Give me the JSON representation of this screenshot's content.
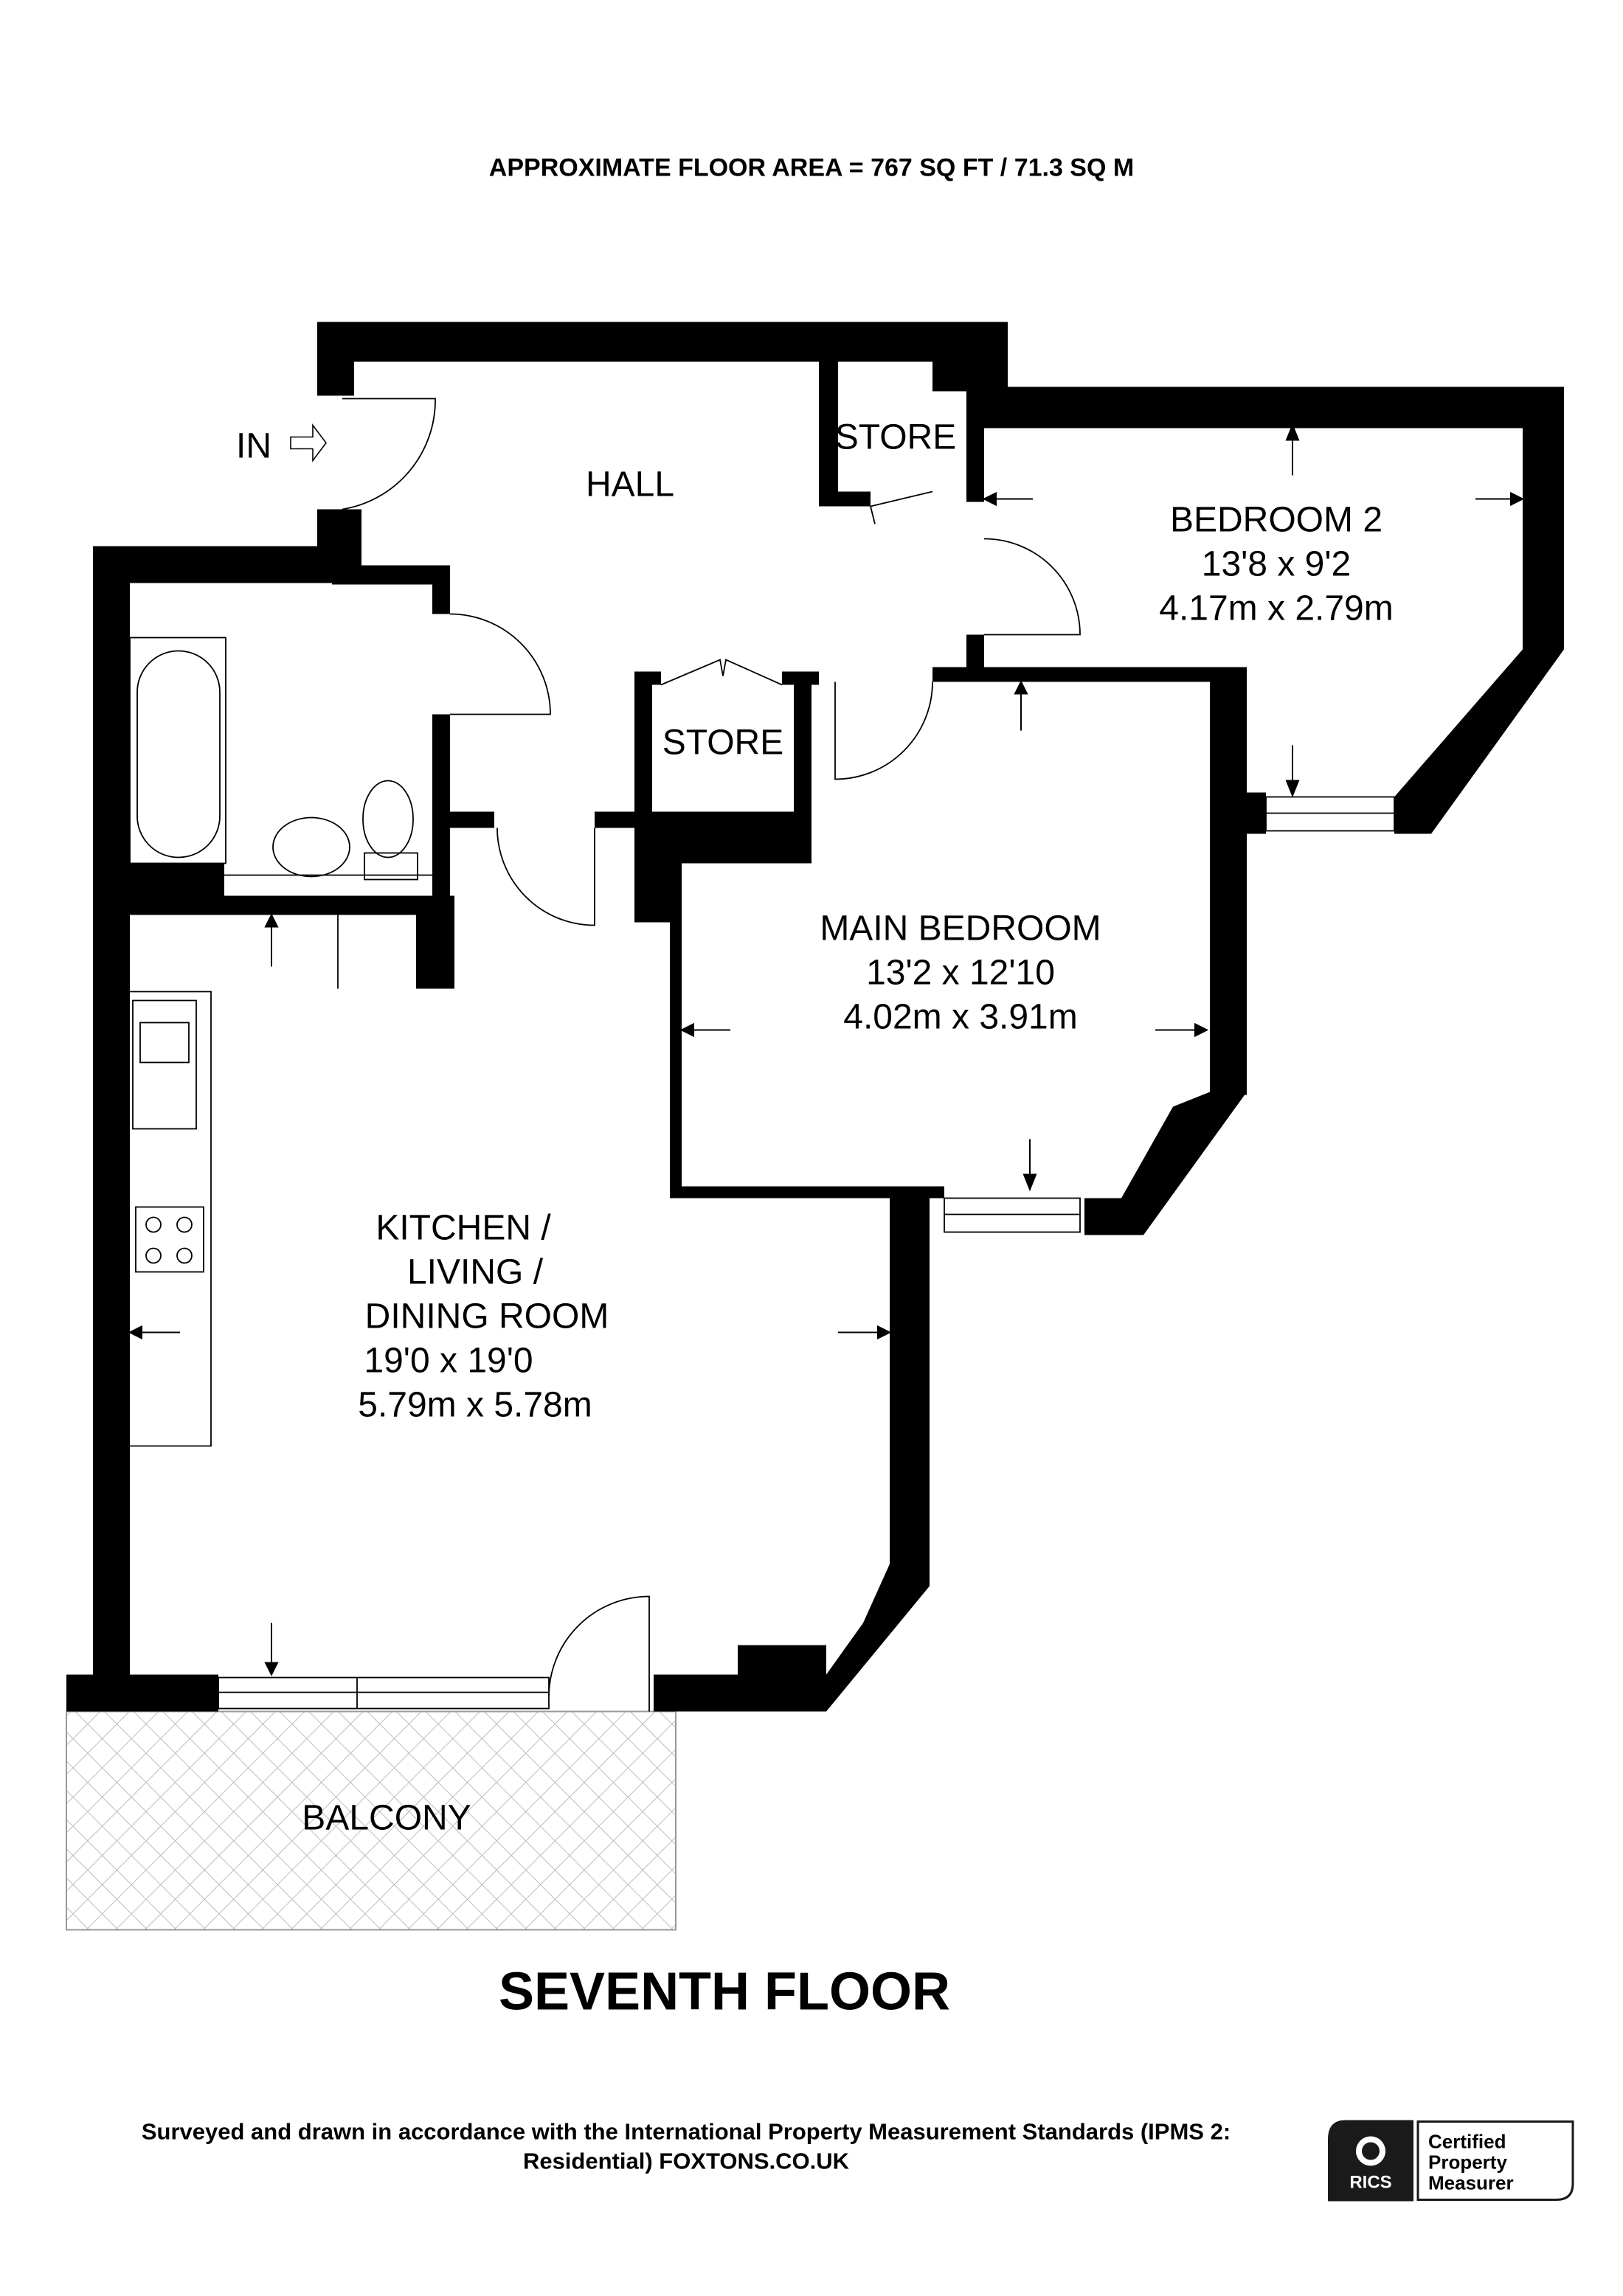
{
  "header": {
    "floor_area": "APPROXIMATE FLOOR AREA = 767 SQ FT / 71.3 SQ M"
  },
  "entrance_label": "IN",
  "rooms": {
    "hall": {
      "name": "HALL"
    },
    "store_top": {
      "name": "STORE"
    },
    "store_middle": {
      "name": "STORE"
    },
    "bedroom2": {
      "name": "BEDROOM 2",
      "imperial": "13'8 x 9'2",
      "metric": "4.17m x 2.79m"
    },
    "main_bedroom": {
      "name": "MAIN BEDROOM",
      "imperial": "13'2 x 12'10",
      "metric": "4.02m x 3.91m"
    },
    "kitchen": {
      "name_line1": "KITCHEN /",
      "name_line2": "LIVING /",
      "name_line3": "DINING ROOM",
      "imperial": "19'0 x 19'0",
      "metric": "5.79m x 5.78m"
    },
    "balcony": {
      "name": "BALCONY"
    }
  },
  "floor_title": "SEVENTH FLOOR",
  "footer": {
    "line1": "Surveyed and drawn in accordance with the International Property Measurement Standards (IPMS 2:",
    "line2": "Residential) FOXTONS.CO.UK"
  },
  "badge": {
    "logo_text": "RICS",
    "line1": "Certified",
    "line2": "Property",
    "line3": "Measurer"
  },
  "colors": {
    "wall": "#000000",
    "balcony_hatch": "#bdbdbd"
  }
}
